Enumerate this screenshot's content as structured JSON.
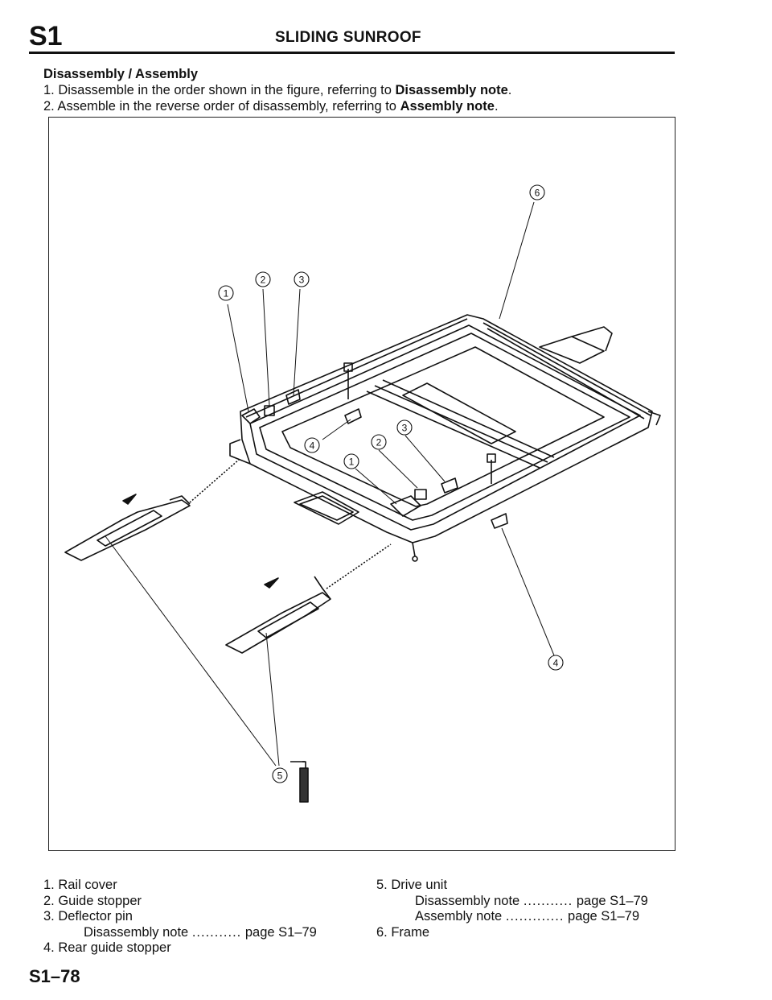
{
  "header": {
    "section_code": "S1",
    "section_title": "SLIDING SUNROOF"
  },
  "intro": {
    "heading": "Disassembly / Assembly",
    "step1_pre": "1. Disassemble in the order shown in the figure, referring to ",
    "step1_bold": "Disassembly note",
    "step1_post": ".",
    "step2_pre": "2. Assemble in the reverse order of disassembly, referring to ",
    "step2_bold": "Assembly note",
    "step2_post": "."
  },
  "figure": {
    "callouts": [
      "1",
      "2",
      "3",
      "4",
      "5",
      "6"
    ]
  },
  "legend": {
    "item1": "1. Rail cover",
    "item2": "2. Guide stopper",
    "item3": "3. Deflector pin",
    "item3_note": "Disassembly note",
    "item3_dots": "...........",
    "item3_page": "page S1–79",
    "item4": "4. Rear guide stopper",
    "item5": "5. Drive unit",
    "item5_note1": "Disassembly note",
    "item5_dots1": "...........",
    "item5_page1": "page S1–79",
    "item5_note2": "Assembly note",
    "item5_dots2": ".............",
    "item5_page2": "page S1–79",
    "item6": "6. Frame"
  },
  "footer": {
    "page_number": "S1–78"
  }
}
